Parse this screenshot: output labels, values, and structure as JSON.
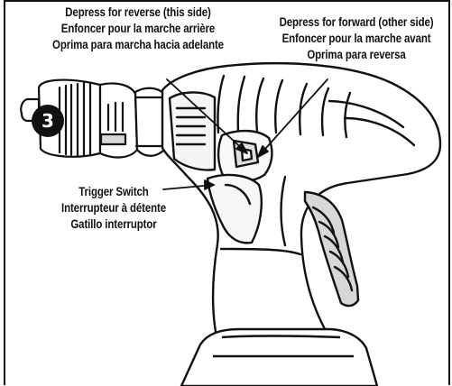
{
  "callouts": {
    "reverse": {
      "line1": "Depress for reverse (this side)",
      "line2": "Enfoncer pour la marche arrière",
      "line3": "Oprima para marcha hacia adelante"
    },
    "forward": {
      "line1": "Depress for forward (other side)",
      "line2": "Enfoncer pour la marche avant",
      "line3": "Oprima para reversa"
    },
    "trigger": {
      "line1": "Trigger Switch",
      "line2": "Interrupteur à détente",
      "line3": "Gatillo interruptor"
    }
  },
  "badge": {
    "number": "3"
  }
}
